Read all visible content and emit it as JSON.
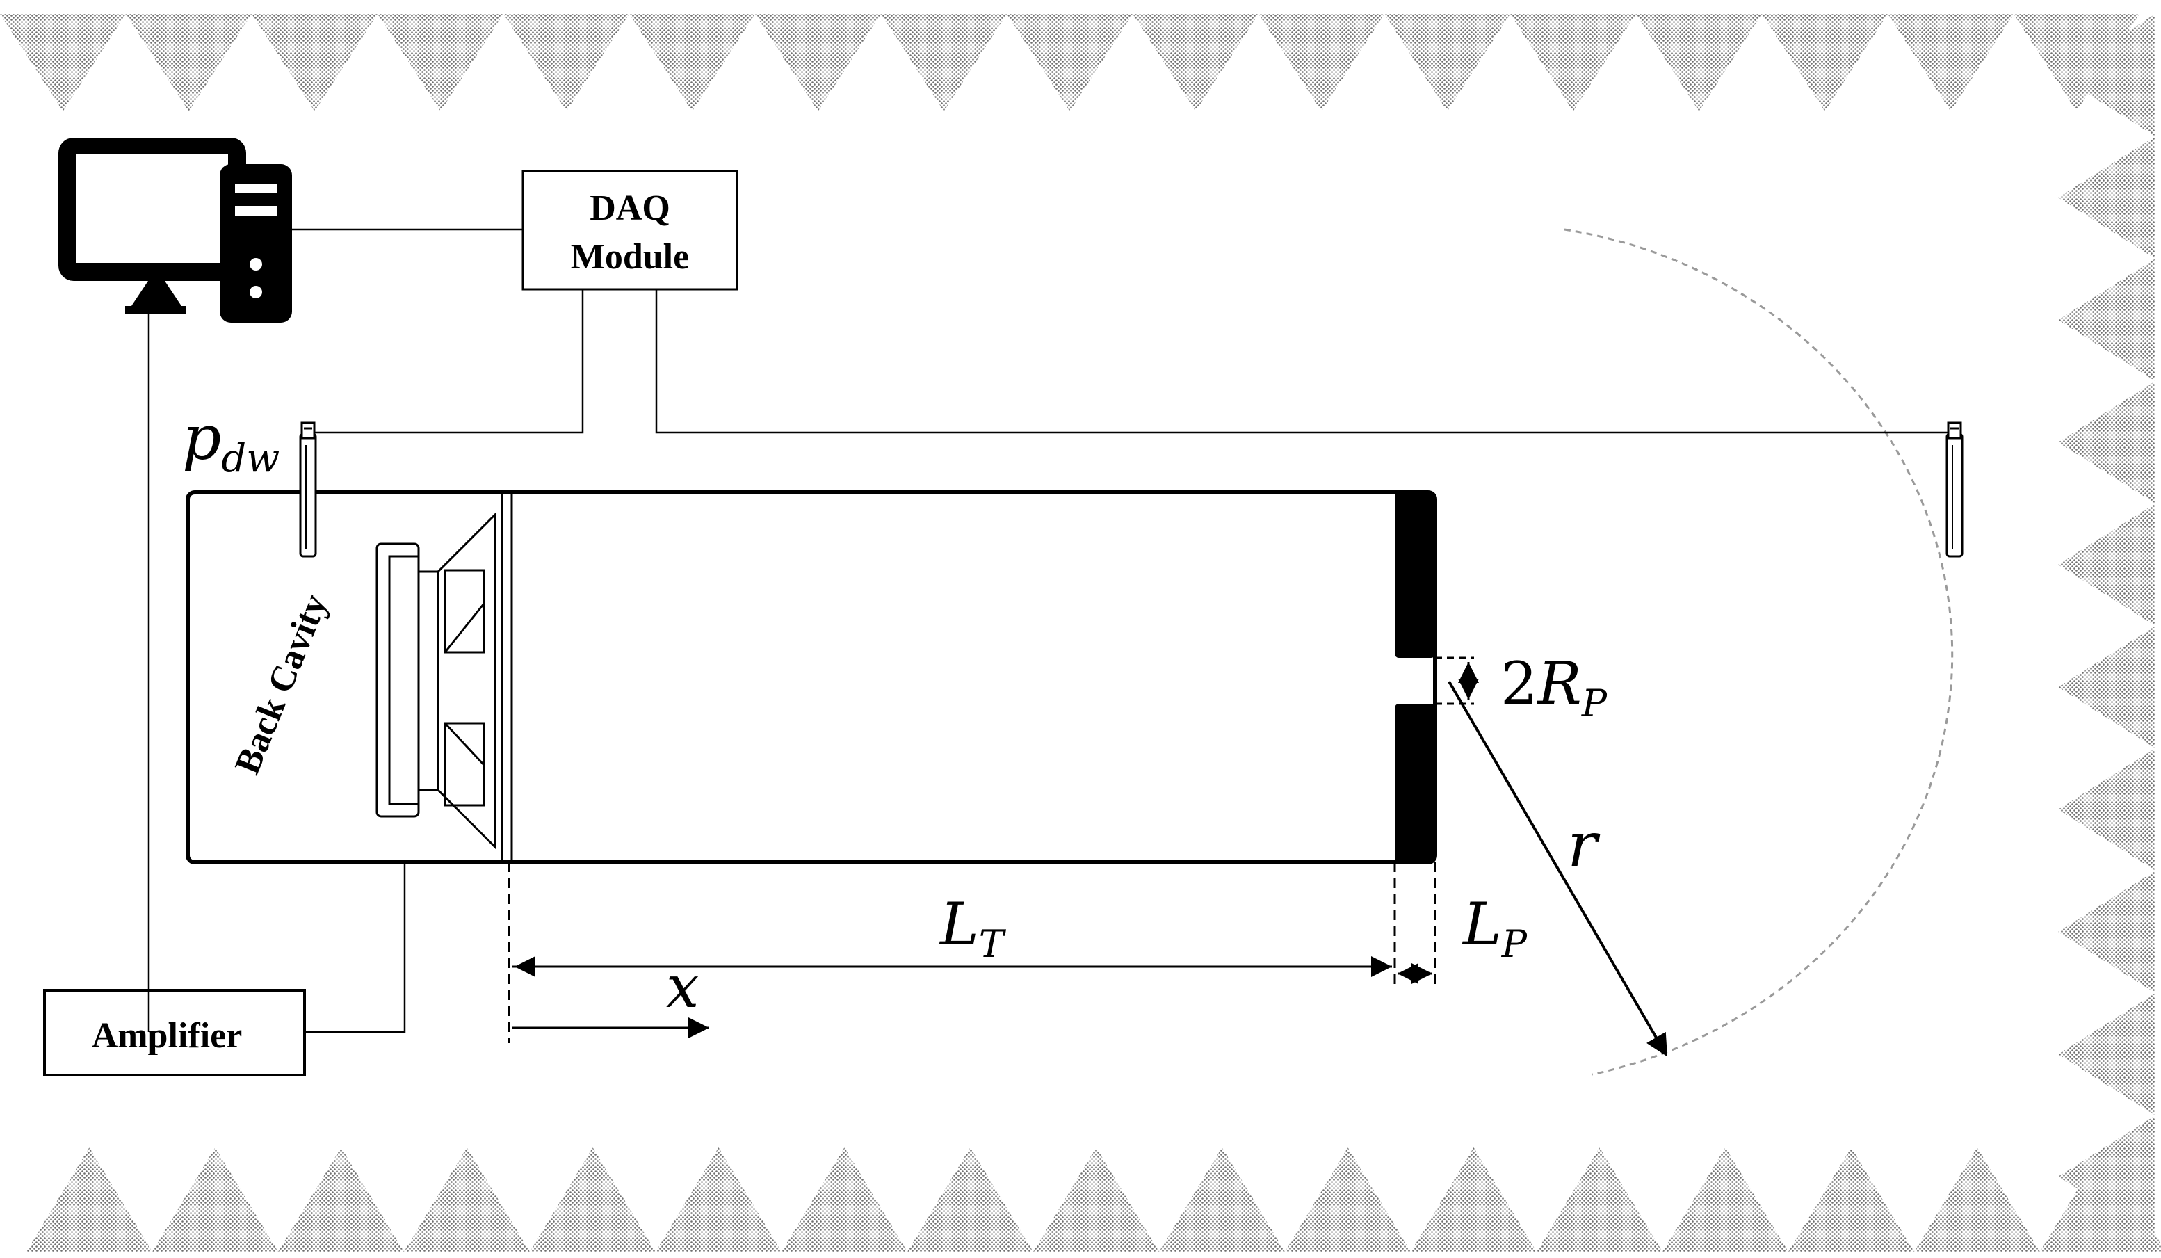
{
  "blocks": {
    "daq_line1": "DAQ",
    "daq_line2": "Module",
    "amplifier": "Amplifier",
    "back_cavity": "Back Cavity"
  },
  "symbols": {
    "p_dw_main": "p",
    "p_dw_sub": "dw",
    "two_rp_coef": "2",
    "two_rp_main": "R",
    "two_rp_sub": "P",
    "r": "r",
    "lt_main": "L",
    "lt_sub": "T",
    "lp_main": "L",
    "lp_sub": "P",
    "x": "x"
  }
}
